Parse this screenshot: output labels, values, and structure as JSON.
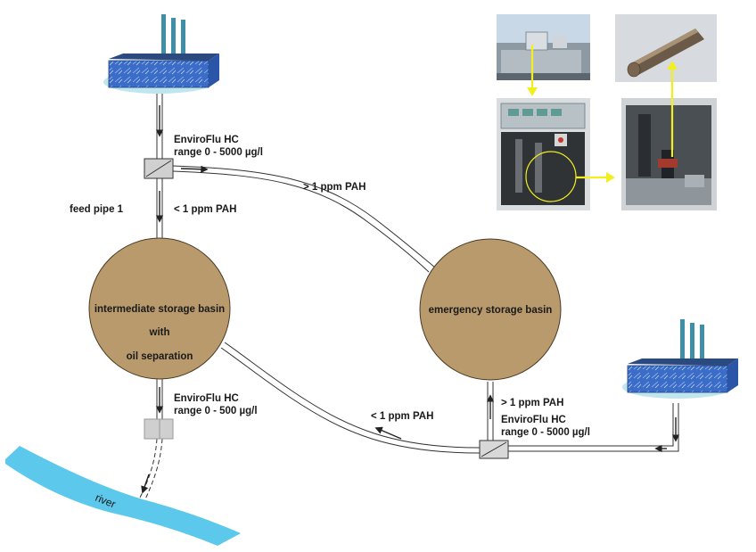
{
  "labels": {
    "sensor_top": [
      "EnviroFlu HC",
      "range 0 - 5000 µg/l"
    ],
    "feed_pipe": "feed pipe 1",
    "lt_ppm_top": "< 1 ppm PAH",
    "gt_ppm_top": "> 1 ppm PAH",
    "basin_left": [
      "intermediate storage basin",
      "with",
      "oil separation"
    ],
    "basin_right": "emergency storage basin",
    "sensor_bottom": [
      "EnviroFlu HC",
      "range 0 - 500 µg/l"
    ],
    "lt_ppm_bottom": "< 1 ppm PAH",
    "gt_ppm_right": "> 1 ppm PAH",
    "sensor_right": [
      "EnviroFlu HC",
      "range 0 - 5000 µg/l"
    ],
    "river": "river"
  },
  "colors": {
    "basin_fill": "#b99a6c",
    "river_fill": "#5cc8ec",
    "factory_blue": "#3a6cc8",
    "factory_cloud": "#bfe6ee",
    "arrow_yellow": "#f2ee20",
    "chimney": "#3f8fa8"
  },
  "icons": [
    "factory-icon",
    "valve-box-icon",
    "arrow-icon",
    "photo-station-exterior",
    "photo-analyzer-cabinet",
    "photo-cabinet-interior",
    "photo-sensor-probe"
  ]
}
